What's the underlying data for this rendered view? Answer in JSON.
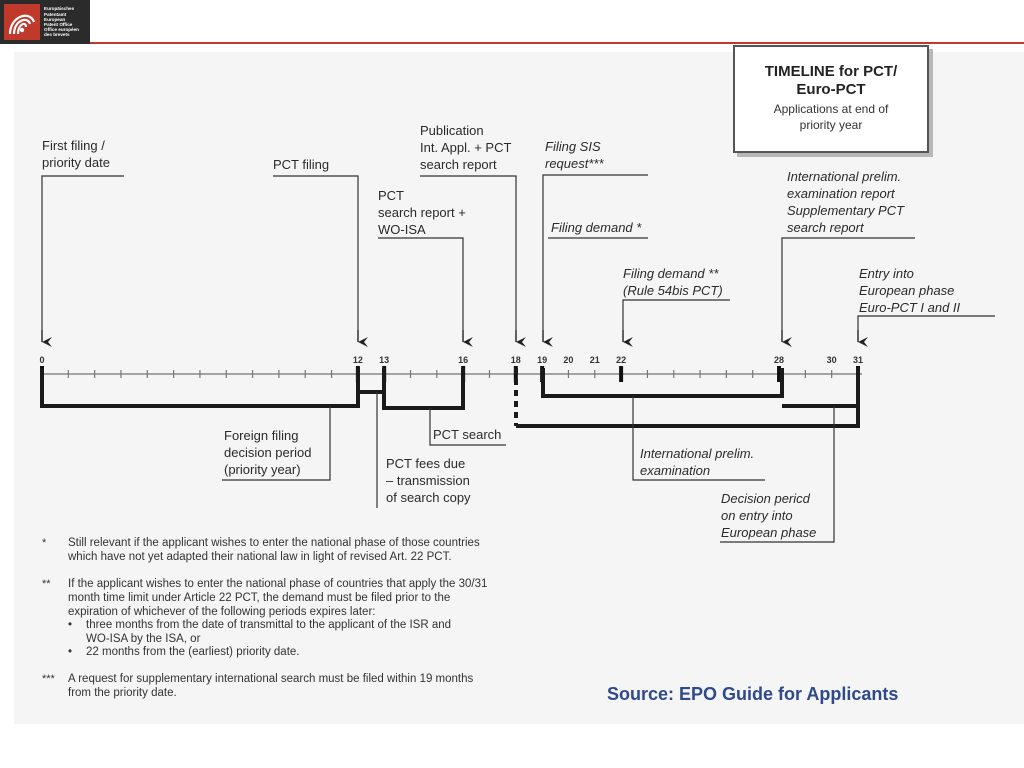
{
  "header": {
    "logo_lines": [
      "Europäisches",
      "Patentamt",
      "European",
      "Patent Office",
      "Office européen",
      "des brevets"
    ],
    "accent_color": "#c0392b"
  },
  "title_box": {
    "title": "TIMELINE for PCT/\nEuro-PCT",
    "subtitle": "Applications at end of\npriority year"
  },
  "timeline": {
    "tick_labels": [
      "0",
      "12",
      "13",
      "16",
      "18",
      "19",
      "20",
      "21",
      "22",
      "28",
      "30",
      "31"
    ],
    "tick_months": [
      0,
      12,
      13,
      16,
      18,
      19,
      20,
      21,
      22,
      28,
      30,
      31
    ]
  },
  "events": {
    "first_filing": "First filing /\npriority date",
    "pct_filing": "PCT filing",
    "search_report": "PCT\nsearch report +\nWO-ISA",
    "publication": "Publication\nInt. Appl. + PCT\nsearch report",
    "filing_sis": "Filing SIS\nrequest***",
    "filing_demand": "Filing demand *",
    "filing_demand_54bis": "Filing demand **\n(Rule 54bis PCT)",
    "iper": "International prelim.\nexamination report\nSupplementary PCT\nsearch report",
    "entry_ep": "Entry into\nEuropean phase\nEuro-PCT I and II"
  },
  "periods": {
    "foreign_filing": "Foreign filing\ndecision period\n(priority year)",
    "pct_fees": "PCT fees due\n– transmission\nof search copy",
    "pct_search": "PCT search",
    "intl_prelim": "International prelim.\nexamination",
    "decision_period": "Decision pericd\non entry into\nEuropean phase"
  },
  "footnotes": {
    "note1_mark": "*",
    "note1_text": "Still relevant if the applicant wishes to enter the national phase of those countries\nwhich have not yet adapted their national law in light of revised Art. 22 PCT.",
    "note2_mark": "**",
    "note2_text": "If the applicant wishes to enter the national phase of countries that apply the 30/31\nmonth time limit under Article 22 PCT, the demand must be filed prior to the\nexpiration of whichever of the following periods expires later:",
    "note2_bullets": [
      "three months from the date of transmittal to the applicant of the ISR and\nWO-ISA by the ISA, or",
      "22 months from the (earliest) priority date."
    ],
    "bullet_symbol": "•",
    "note3_mark": "***",
    "note3_text": "A request for supplementary international search must be filed within 19 months\nfrom the priority date."
  },
  "source": "Source: EPO Guide for Applicants"
}
